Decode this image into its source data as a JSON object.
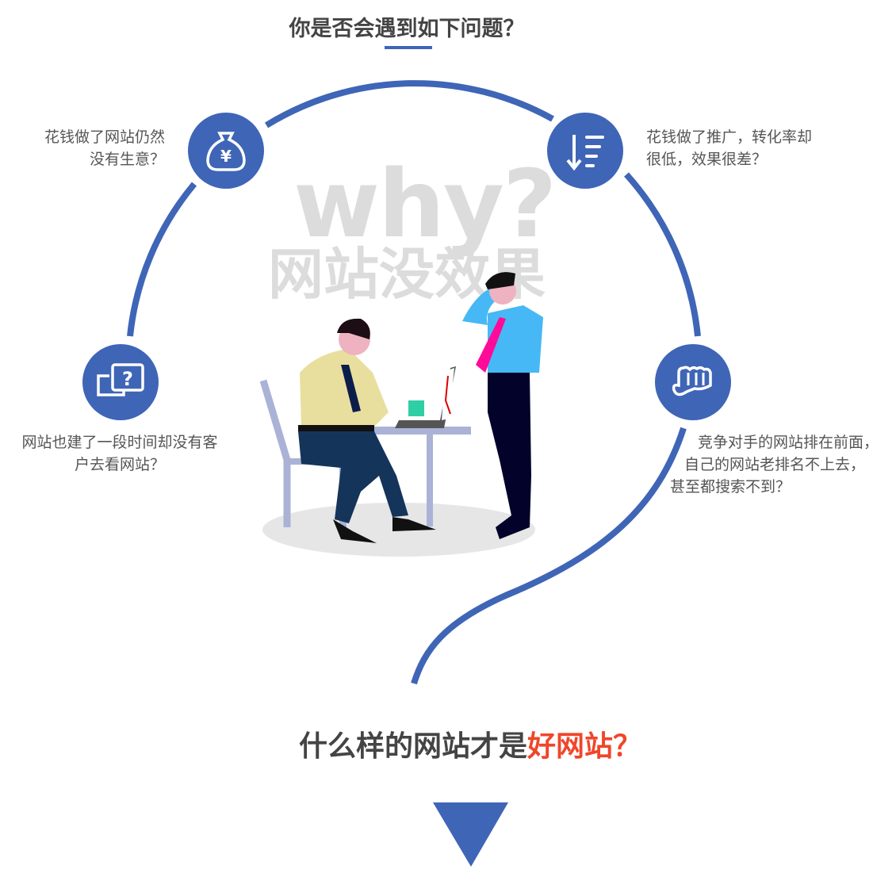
{
  "header": {
    "title": "你是否会遇到如下问题？"
  },
  "watermark": {
    "line1": "why?",
    "line2": "网站没效果"
  },
  "problems": [
    {
      "icon": "money-bag-icon",
      "lines": [
        "花钱做了网站仍然",
        "没有生意？"
      ]
    },
    {
      "icon": "sort-descending-icon",
      "lines": [
        "花钱做了推广，转化率却",
        "很低，效果很差？"
      ]
    },
    {
      "icon": "question-chat-icon",
      "lines": [
        "网站也建了一段时间却没有客",
        "户去看网站？"
      ]
    },
    {
      "icon": "fist-icon",
      "lines": [
        "竞争对手的网站排在前面，",
        "自己的网站老排名不上去，",
        "甚至都搜索不到？"
      ]
    }
  ],
  "footer": {
    "title_prefix": "什么样的网站才是",
    "title_highlight": "好网站",
    "title_suffix": "？"
  },
  "colors": {
    "accent": "#3f65b7",
    "highlight": "#f0462a",
    "text": "#555555"
  }
}
